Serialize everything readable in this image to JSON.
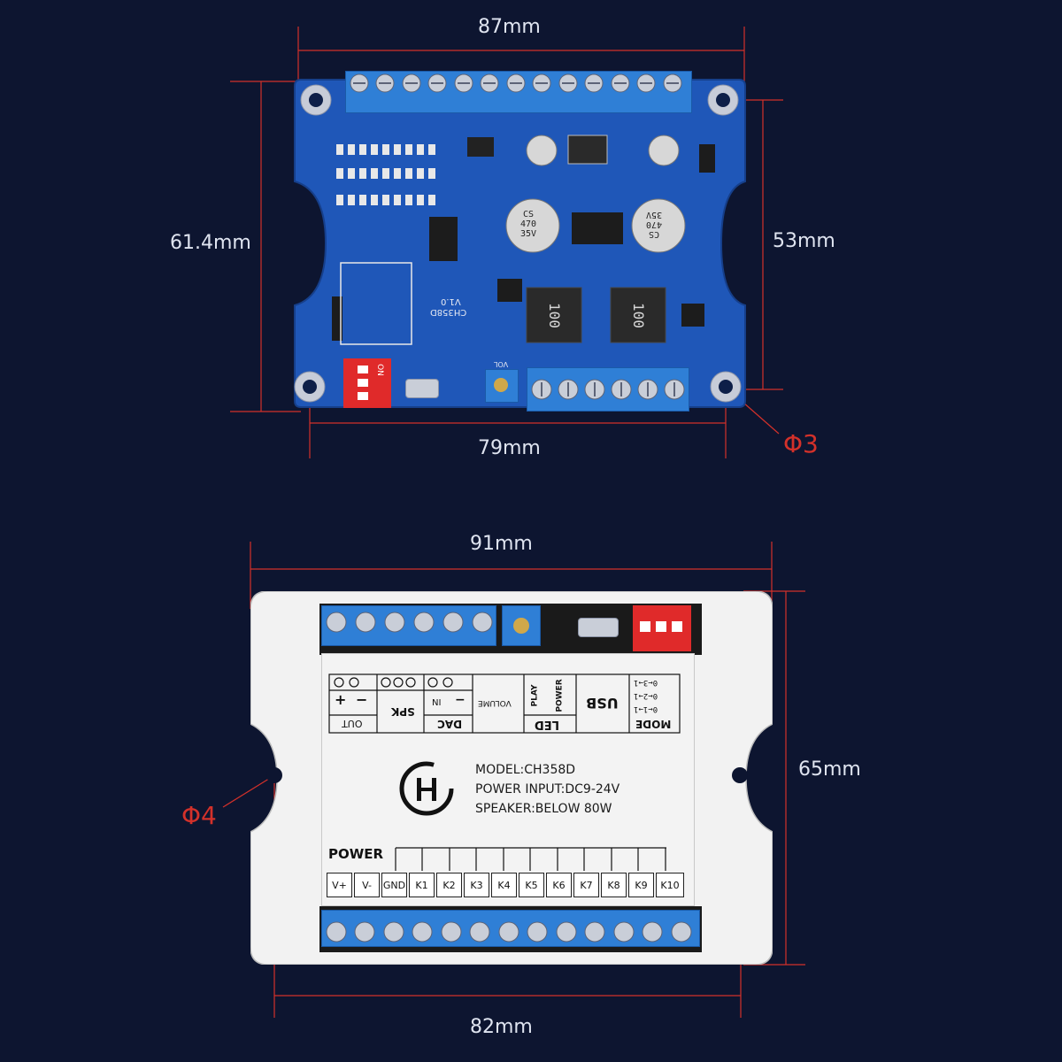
{
  "top_dimensions": {
    "width_top": "87mm",
    "height_left": "61.4mm",
    "height_right": "53mm",
    "width_bottom": "79mm",
    "hole": "Φ3"
  },
  "bottom_dimensions": {
    "width_top": "91mm",
    "height_right": "65mm",
    "width_bottom": "82mm",
    "hole": "Φ4"
  },
  "board": {
    "model_print": "CH358D",
    "version_print": "V1.0",
    "capacitor_labels": [
      "CS",
      "470",
      "35V"
    ],
    "inductor_label": "100",
    "dip_label": "ON",
    "vol_label": "VOL"
  },
  "label_card": {
    "top_row": {
      "out_label": "OUT",
      "plus": "+",
      "minus": "−",
      "spk_label": "SPK",
      "dac_label": "DAC",
      "in_label": "IN",
      "volume_label": "VOLUME",
      "play_label": "PLAY",
      "power_label": "POWER",
      "led_label": "LED",
      "usb_label": "USB",
      "mode_label": "MODE",
      "mode_rows": [
        "0←1→1",
        "0←2→1",
        "0←3→1"
      ]
    },
    "specs": {
      "model": "MODEL:CH358D",
      "power_input": "POWER INPUT:DC9-24V",
      "speaker": "SPEAKER:BELOW 80W"
    },
    "power_title": "POWER",
    "terminals": [
      "V+",
      "V-",
      "GND",
      "K1",
      "K2",
      "K3",
      "K4",
      "K5",
      "K6",
      "K7",
      "K8",
      "K9",
      "K10"
    ]
  },
  "colors": {
    "background": "#0d1530",
    "pcb": "#1f57b8",
    "terminal": "#2f7fd6",
    "dip": "#e02a2a",
    "accent_red": "#d3312a"
  }
}
